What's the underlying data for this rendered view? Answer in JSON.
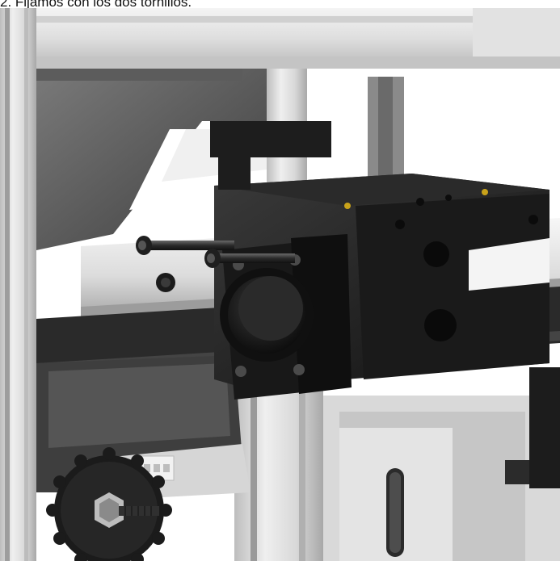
{
  "caption": {
    "text": "2. Fijamos con los dos tornillos."
  },
  "palette": {
    "frame_light": "#e6e6e6",
    "frame_mid": "#c9c9c9",
    "frame_dark": "#8d8d8d",
    "part_black": "#1c1c1c",
    "part_dark": "#2e2e2e",
    "motor_gray": "#4a4a4a",
    "accent_yellow": "#c8a21a",
    "connector_white": "#f2f2f2",
    "background": "#ffffff"
  },
  "image_parts": [
    "aluminum-frame",
    "motor-mount-plate",
    "x-carriage",
    "cooling-fan",
    "screw-left",
    "screw-right",
    "tension-knob",
    "stepper-connector"
  ]
}
